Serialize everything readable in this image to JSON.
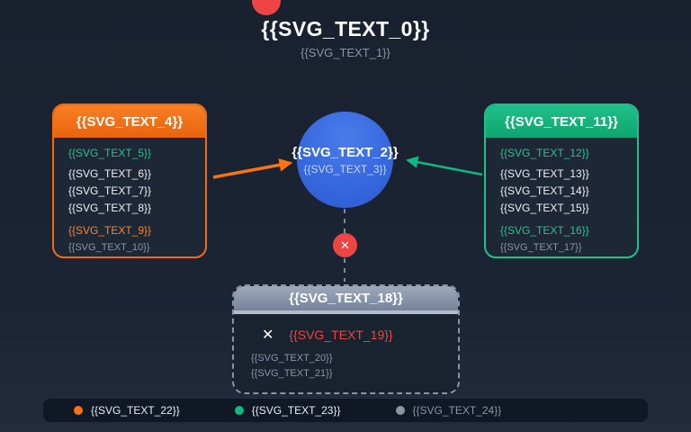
{
  "page": {
    "title": "{{SVG_TEXT_0}}",
    "subtitle": "{{SVG_TEXT_1}}"
  },
  "center_node": {
    "title": "{{SVG_TEXT_2}}",
    "subtitle": "{{SVG_TEXT_3}}"
  },
  "left_card": {
    "header": "{{SVG_TEXT_4}}",
    "rows": [
      {
        "text": "{{SVG_TEXT_5}}",
        "color": "green"
      },
      {
        "text": "{{SVG_TEXT_6}}",
        "color": "white"
      },
      {
        "text": "{{SVG_TEXT_7}}",
        "color": "white"
      },
      {
        "text": "{{SVG_TEXT_8}}",
        "color": "white"
      },
      {
        "text": "{{SVG_TEXT_9}}",
        "color": "orange"
      },
      {
        "text": "{{SVG_TEXT_10}}",
        "color": "gray"
      }
    ]
  },
  "right_card": {
    "header": "{{SVG_TEXT_11}}",
    "rows": [
      {
        "text": "{{SVG_TEXT_12}}",
        "color": "green"
      },
      {
        "text": "{{SVG_TEXT_13}}",
        "color": "white"
      },
      {
        "text": "{{SVG_TEXT_14}}",
        "color": "white"
      },
      {
        "text": "{{SVG_TEXT_15}}",
        "color": "white"
      },
      {
        "text": "{{SVG_TEXT_16}}",
        "color": "green"
      },
      {
        "text": "{{SVG_TEXT_17}}",
        "color": "gray"
      }
    ]
  },
  "blocked_card": {
    "header": "{{SVG_TEXT_18}}",
    "error": "{{SVG_TEXT_19}}",
    "rows": [
      "{{SVG_TEXT_20}}",
      "{{SVG_TEXT_21}}"
    ]
  },
  "legend": {
    "items": [
      {
        "label": "{{SVG_TEXT_22}}",
        "color": "#f97316"
      },
      {
        "label": "{{SVG_TEXT_23}}",
        "color": "#10b981"
      },
      {
        "label": "{{SVG_TEXT_24}}",
        "color": "#8b95a5"
      }
    ]
  },
  "icons": {
    "x": "✕"
  },
  "colors": {
    "background": "#1a2231",
    "card_body": "#1d2736",
    "orange": "#f97316",
    "green": "#10b981",
    "blue": "#3b6be0",
    "red": "#ef4444",
    "gray_text": "#8b95a8",
    "blocked_header": "#8a96aa",
    "legend_bar": "#101826"
  }
}
